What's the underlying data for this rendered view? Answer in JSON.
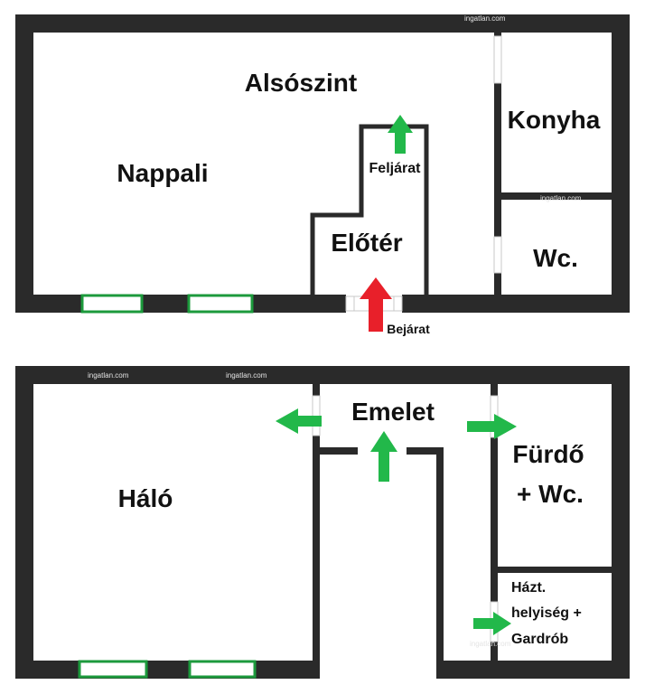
{
  "floors": {
    "lower": {
      "title": "Alsószint",
      "rooms": {
        "living": "Nappali",
        "hall": "Előtér",
        "kitchen": "Konyha",
        "wc": "Wc."
      },
      "stairs_up": "Feljárat",
      "entrance": "Bejárat"
    },
    "upper": {
      "title": "Emelet",
      "rooms": {
        "bedroom": "Háló",
        "bath_line1": "Fürdő",
        "bath_line2": "+ Wc.",
        "storage_line1": "Házt.",
        "storage_line2": "helyiség +",
        "storage_line3": "Gardrób"
      }
    }
  },
  "colors": {
    "wall": "#2a2a2a",
    "window": "#1c9a3c",
    "arrow_green": "#22b84a",
    "arrow_red": "#e8202a",
    "door_gap": "#c8c8c8"
  },
  "watermark": "ingatlan.com"
}
